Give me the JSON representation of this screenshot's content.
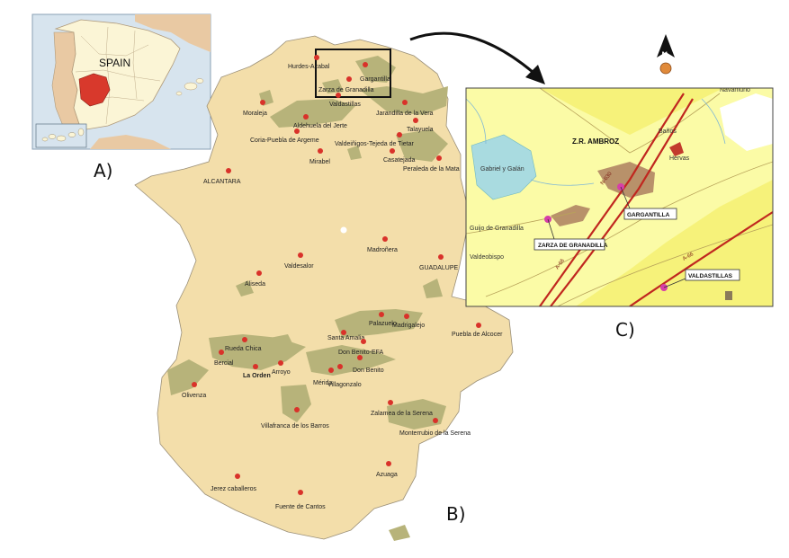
{
  "colors": {
    "region": "#f3deaa",
    "region_border": "#9a8f78",
    "vineyard": "#b7b37a",
    "town": "#d9322a",
    "sea": "#d7e4ee",
    "spain": "#fbf5d6",
    "neighbors": "#e9c9a3",
    "highlight": "#d8392c",
    "detail_bg": "#f6f27a",
    "detail_light": "#fbfba6",
    "road": "#c0271f",
    "water": "#a9dbe0",
    "plot": "#b8916a"
  },
  "panels": {
    "a": {
      "letter": "A)",
      "country": "SPAIN"
    },
    "b": {
      "letter": "B)",
      "towns": [
        {
          "name": "Hurdes-Azabal"
        },
        {
          "name": "Gargantilla"
        },
        {
          "name": "Zarza de Granadilla"
        },
        {
          "name": "Valdastillas"
        },
        {
          "name": "Moraleja"
        },
        {
          "name": "Aldehuela del Jerte"
        },
        {
          "name": "Jarandilla de la Vera"
        },
        {
          "name": "Talayuela"
        },
        {
          "name": "Coria-Puebla de Argeme"
        },
        {
          "name": "Valdeiñigos-Tejeda de Tietar"
        },
        {
          "name": "Casatejada"
        },
        {
          "name": "Peraleda de la Mata"
        },
        {
          "name": "Mirabel"
        },
        {
          "name": "ALCANTARA"
        },
        {
          "name": "Madroñera"
        },
        {
          "name": "Valdesalor"
        },
        {
          "name": "GUADALUPE"
        },
        {
          "name": "Aliseda"
        },
        {
          "name": "Palazuelo"
        },
        {
          "name": "Madrigalejo"
        },
        {
          "name": "Santa Amalia"
        },
        {
          "name": "Puebla de Alcocer"
        },
        {
          "name": "Rueda Chica"
        },
        {
          "name": "Don Benito-EFA"
        },
        {
          "name": "Bercial"
        },
        {
          "name": "La Orden"
        },
        {
          "name": "Arroyo"
        },
        {
          "name": "Don Benito"
        },
        {
          "name": "Mérida"
        },
        {
          "name": "Villagonzalo"
        },
        {
          "name": "Olivenza"
        },
        {
          "name": "Zalamea de la Serena"
        },
        {
          "name": "Villafranca de los Barros"
        },
        {
          "name": "Monterrubio de la Serena"
        },
        {
          "name": "Azuaga"
        },
        {
          "name": "Jerez caballeros"
        },
        {
          "name": "Fuente de Cantos"
        }
      ]
    },
    "c": {
      "letter": "C)",
      "north": "N",
      "labels": {
        "zr": "Z.R. AMBROZ",
        "navamuno": "Navamuño",
        "banos": "Baños",
        "hervas": "Hervas",
        "gabriel": "Gabriel y Galán",
        "guijo": "Guijo de Granadilla",
        "valdeobispo": "Valdeobispo",
        "zarza_box": "ZARZA DE GRANADILLA",
        "gargantilla_box": "GARGANTILLA",
        "valdastillas_box": "VALDASTILLAS",
        "road1": "N-630",
        "road2": "A-66",
        "road3": "A-66"
      }
    }
  }
}
